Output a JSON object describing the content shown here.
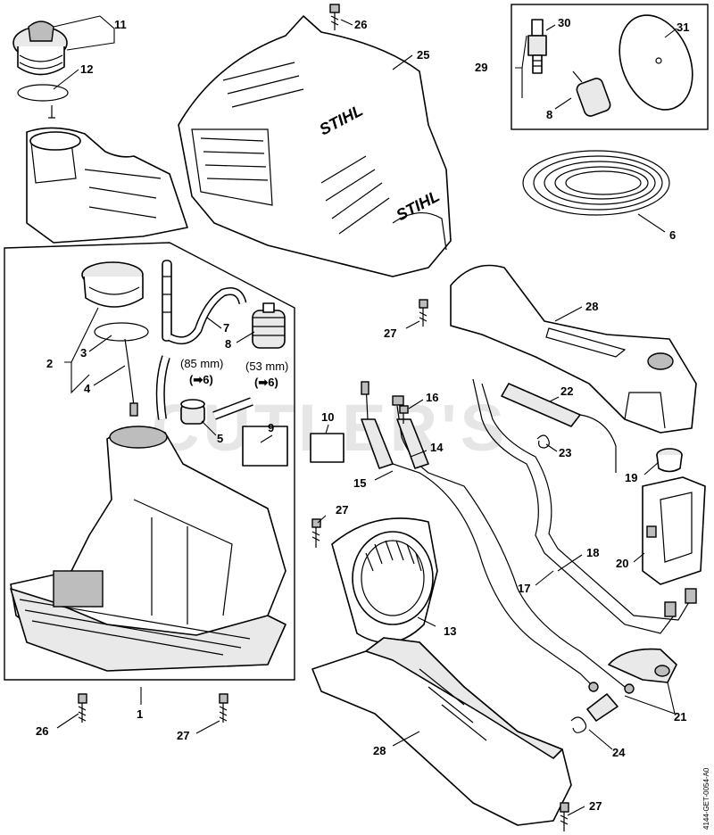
{
  "diagram": {
    "callouts": {
      "c1": "1",
      "c2": "2",
      "c3": "3",
      "c4": "4",
      "c5": "5",
      "c6a": "6",
      "c7": "7",
      "c8a": "8",
      "c8b": "8",
      "c9": "9",
      "c10": "10",
      "c11": "11",
      "c12": "12",
      "c13": "13",
      "c14": "14",
      "c15": "15",
      "c16": "16",
      "c17": "17",
      "c18": "18",
      "c19": "19",
      "c20": "20",
      "c21": "21",
      "c22": "22",
      "c23": "23",
      "c24": "24",
      "c25": "25",
      "c26a": "26",
      "c26b": "26",
      "c27a": "27",
      "c27b": "27",
      "c27c": "27",
      "c27d": "27",
      "c28a": "28",
      "c28b": "28",
      "c29": "29",
      "c30": "30",
      "c31": "31"
    },
    "dimensions": {
      "hose_long": "(85 mm)",
      "hose_short": "(53 mm)",
      "ref_long": "(➡6)",
      "ref_short": "(➡6)"
    },
    "brand_label_main": "STIHL",
    "brand_label_side": "STIHL",
    "watermark": "CUTLER'S",
    "document_id": "4144-GET-0054-A0"
  }
}
